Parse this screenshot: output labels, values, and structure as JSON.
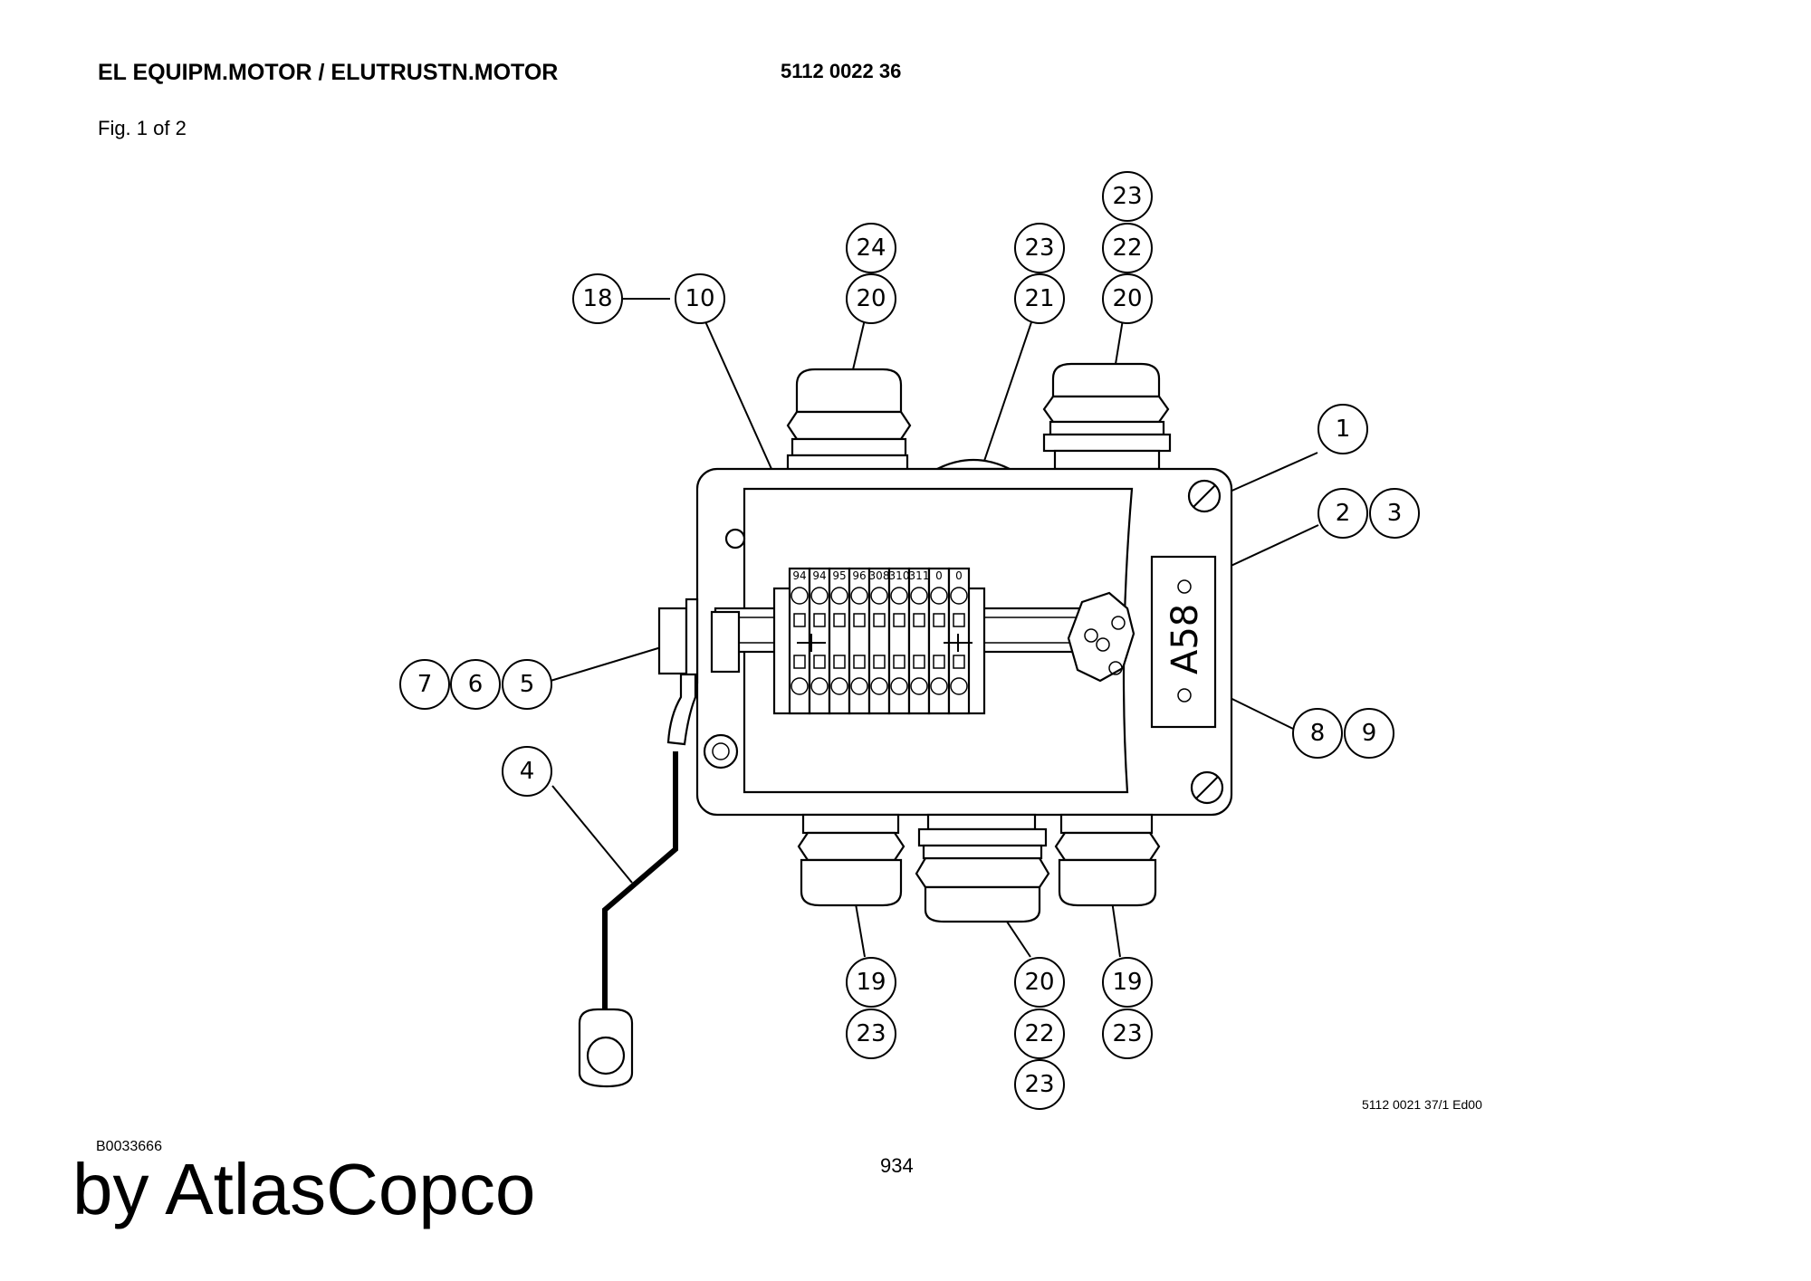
{
  "header": {
    "title": "EL EQUIPM.MOTOR / ELUTRUSTN.MOTOR",
    "part_number": "5112 0022 36",
    "figure": "Fig. 1 of 2"
  },
  "drawing": {
    "reference": "5112 0021 37/1 Ed00",
    "label_plate": "A58",
    "terminal_labels": [
      "94",
      "94",
      "95",
      "96",
      "308",
      "310",
      "311",
      "0",
      "0"
    ],
    "callouts": [
      {
        "id": "c18",
        "text": "18"
      },
      {
        "id": "c10",
        "text": "10"
      },
      {
        "id": "c24",
        "text": "24"
      },
      {
        "id": "c20a",
        "text": "20"
      },
      {
        "id": "c23a",
        "text": "23"
      },
      {
        "id": "c21",
        "text": "21"
      },
      {
        "id": "c23b",
        "text": "23"
      },
      {
        "id": "c22a",
        "text": "22"
      },
      {
        "id": "c20b",
        "text": "20"
      },
      {
        "id": "c1",
        "text": "1"
      },
      {
        "id": "c2",
        "text": "2"
      },
      {
        "id": "c3",
        "text": "3"
      },
      {
        "id": "c7",
        "text": "7"
      },
      {
        "id": "c6",
        "text": "6"
      },
      {
        "id": "c5",
        "text": "5"
      },
      {
        "id": "c4",
        "text": "4"
      },
      {
        "id": "c8",
        "text": "8"
      },
      {
        "id": "c9",
        "text": "9"
      },
      {
        "id": "c19a",
        "text": "19"
      },
      {
        "id": "c23c",
        "text": "23"
      },
      {
        "id": "c20c",
        "text": "20"
      },
      {
        "id": "c22b",
        "text": "22"
      },
      {
        "id": "c23d",
        "text": "23"
      },
      {
        "id": "c19b",
        "text": "19"
      },
      {
        "id": "c23e",
        "text": "23"
      }
    ]
  },
  "footer": {
    "document_id": "B0033666",
    "page": "934",
    "brand": "by AtlasCopco"
  }
}
